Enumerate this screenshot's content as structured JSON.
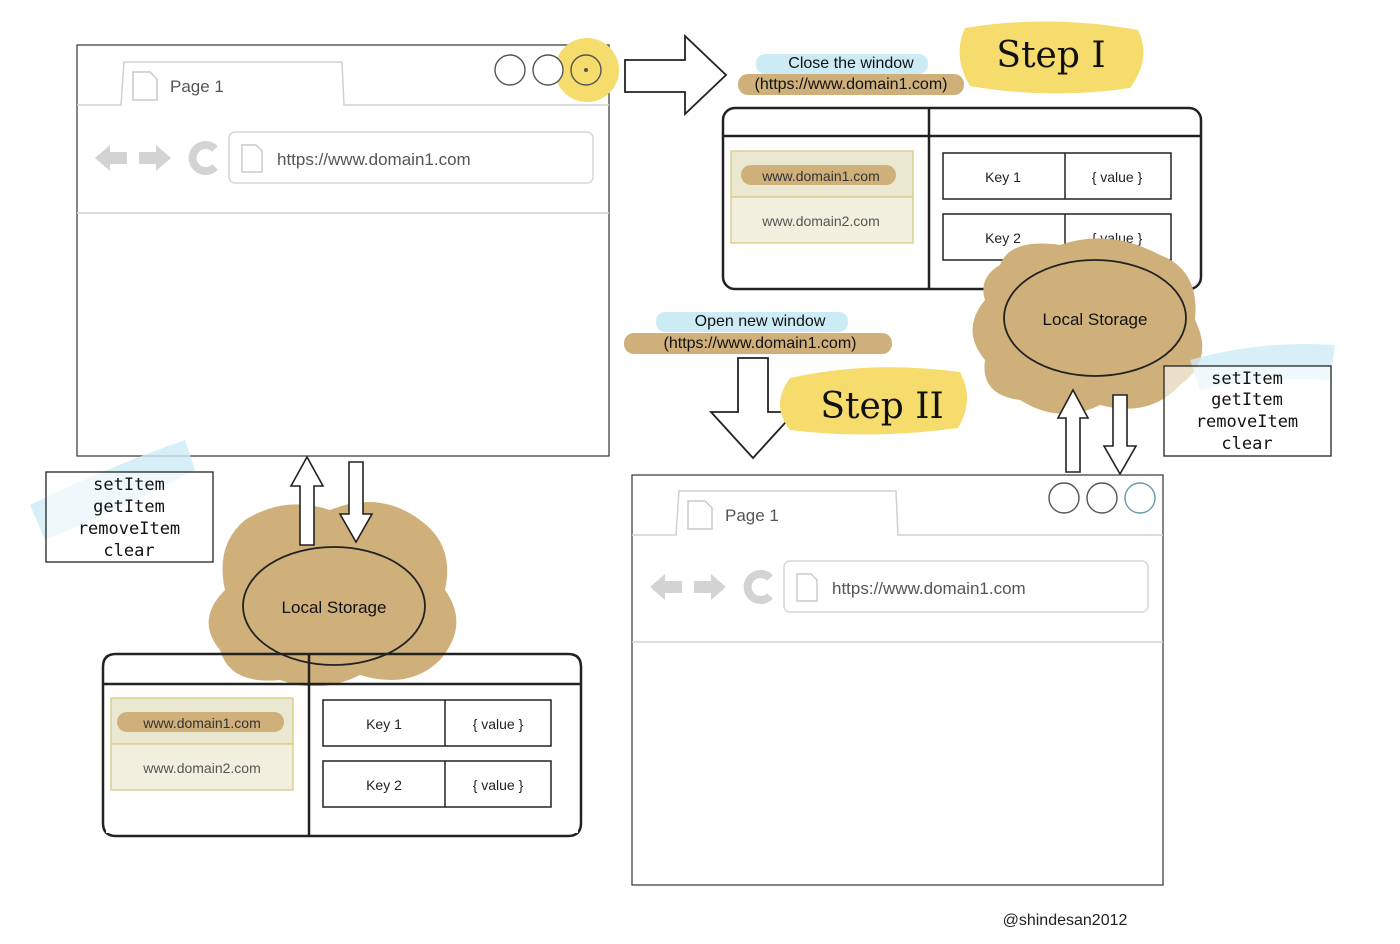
{
  "colors": {
    "tan": "#cfb07a",
    "yellow": "#f6dc6c",
    "light_blue": "#cdebf5",
    "cream": "#ebe8d2",
    "cream_light": "#f1efde",
    "ui_gray": "#d3d3d3",
    "outline": "#222222"
  },
  "browser_windows": [
    {
      "tab_title": "Page 1",
      "url": "https://www.domain1.com",
      "icons": [
        "back-arrow-icon",
        "forward-arrow-icon",
        "reload-icon",
        "page-icon"
      ]
    },
    {
      "tab_title": "Page 1",
      "url": "https://www.domain1.com",
      "icons": [
        "back-arrow-icon",
        "forward-arrow-icon",
        "reload-icon",
        "page-icon"
      ]
    }
  ],
  "storage_panels": [
    {
      "domains": [
        "www.domain1.com",
        "www.domain2.com"
      ],
      "rows": [
        {
          "key": "Key 1",
          "value": "{ value }"
        },
        {
          "key": "Key 2",
          "value": "{ value }"
        }
      ],
      "cloud_label": "Local Storage"
    },
    {
      "domains": [
        "www.domain1.com",
        "www.domain2.com"
      ],
      "rows": [
        {
          "key": "Key 1",
          "value": "{ value }"
        },
        {
          "key": "Key 2",
          "value": "{ value }"
        }
      ],
      "cloud_label": "Local Storage"
    }
  ],
  "methods": [
    "setItem",
    "getItem",
    "removeItem",
    "clear"
  ],
  "steps": [
    {
      "label": "Step I",
      "action": "Close the window",
      "url": "(https://www.domain1.com)"
    },
    {
      "label": "Step II",
      "action": "Open new window",
      "url": "(https://www.domain1.com)"
    }
  ],
  "credit": "@shindesan2012"
}
